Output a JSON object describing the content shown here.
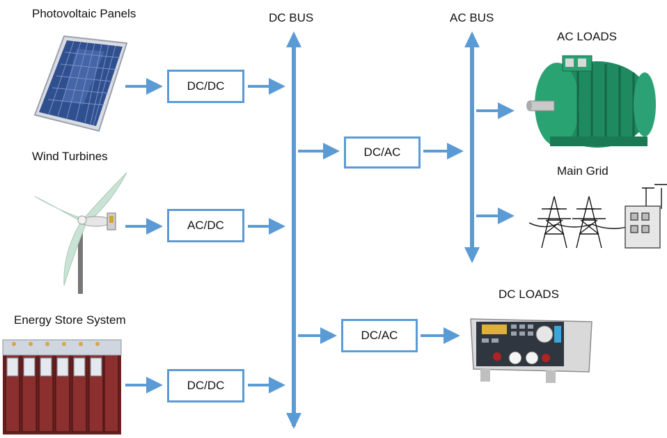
{
  "sources": {
    "pv": "Photovoltaic Panels",
    "wind": "Wind Turbines",
    "storage": "Energy Store System"
  },
  "buses": {
    "dc": "DC BUS",
    "ac": "AC BUS"
  },
  "converters": {
    "pv": "DC/DC",
    "wind": "AC/DC",
    "storage": "DC/DC",
    "inverter_ac": "DC/AC",
    "inverter_dc_loads": "DC/AC"
  },
  "loads": {
    "ac_loads": "AC LOADS",
    "main_grid": "Main Grid",
    "dc_loads": "DC LOADS"
  },
  "colors": {
    "arrow": "#5b9bd5",
    "box_border": "#5b9bd5"
  }
}
